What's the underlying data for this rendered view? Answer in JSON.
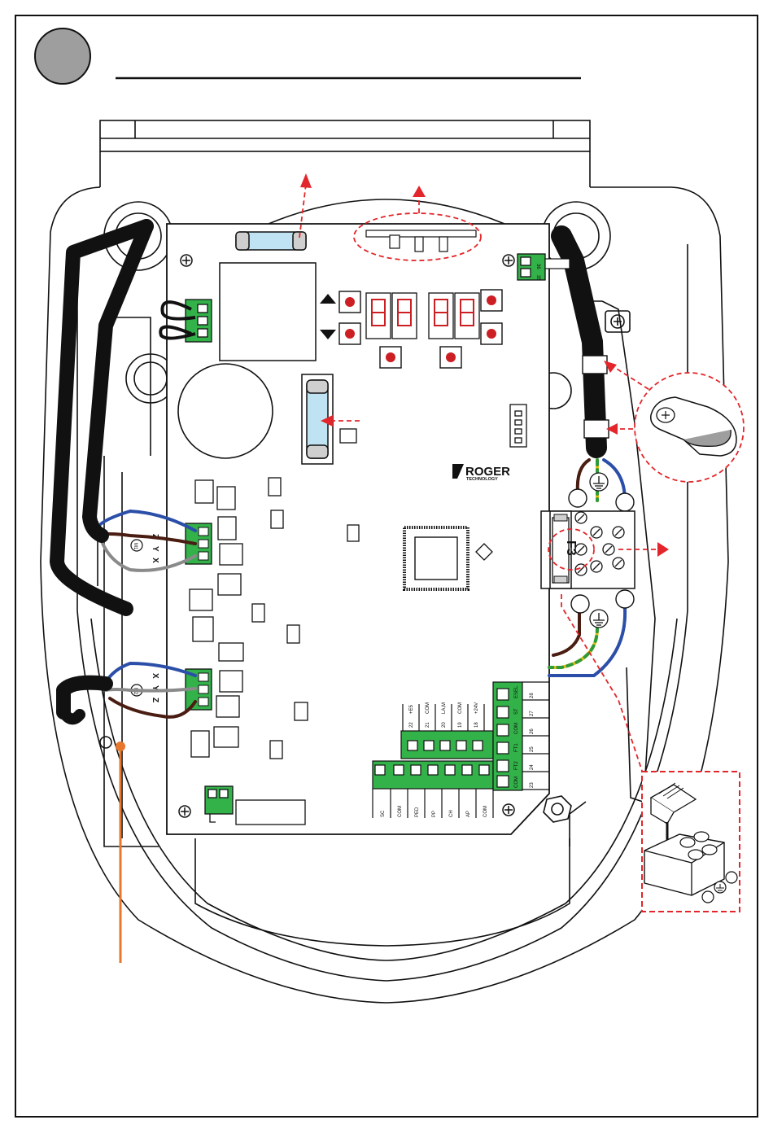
{
  "brand": {
    "name": "ROGER",
    "sub": "TECHNOLOGY"
  },
  "fuse_label": "F3",
  "motor_left": {
    "top": {
      "terminals": [
        "Z",
        "Y",
        "X"
      ],
      "cap_label": "M1"
    },
    "bottom": {
      "terminals": [
        "X",
        "Y",
        "Z"
      ],
      "cap_label": "M2"
    }
  },
  "terminal_block_right": {
    "top_row": [
      {
        "num": "22",
        "label": "+E5"
      },
      {
        "num": "21",
        "label": "COM"
      },
      {
        "num": "20",
        "label": "LA,M"
      },
      {
        "num": "19",
        "label": "COM"
      },
      {
        "num": "18",
        "label": "+24V"
      }
    ],
    "bottom_row": [
      "SC",
      "COM",
      "PED",
      "PP",
      "CH",
      "AP",
      "COM"
    ],
    "side": [
      {
        "num": "28",
        "label": "ESEL"
      },
      {
        "num": "27",
        "label": "ST"
      },
      {
        "num": "26",
        "label": "COM"
      },
      {
        "num": "25",
        "label": "FT1"
      },
      {
        "num": "24",
        "label": "FT2"
      },
      {
        "num": "23",
        "label": "COM"
      }
    ]
  },
  "antenna_terminal": [
    "36",
    "35"
  ],
  "colors": {
    "board_outline": "#111111",
    "cable": "#111111",
    "wire_blue": "#2b4fa8",
    "wire_brown": "#4a1d12",
    "wire_gray": "#8a8a8a",
    "wire_yellow": "#e8c21a",
    "wire_green": "#2e9a3a",
    "terminal_green": "#33b24a",
    "arrow_red": "#e2262b",
    "leader_orange": "#e8772e",
    "step_circle": "#9e9e9e",
    "display_red": "#cc1f24"
  }
}
